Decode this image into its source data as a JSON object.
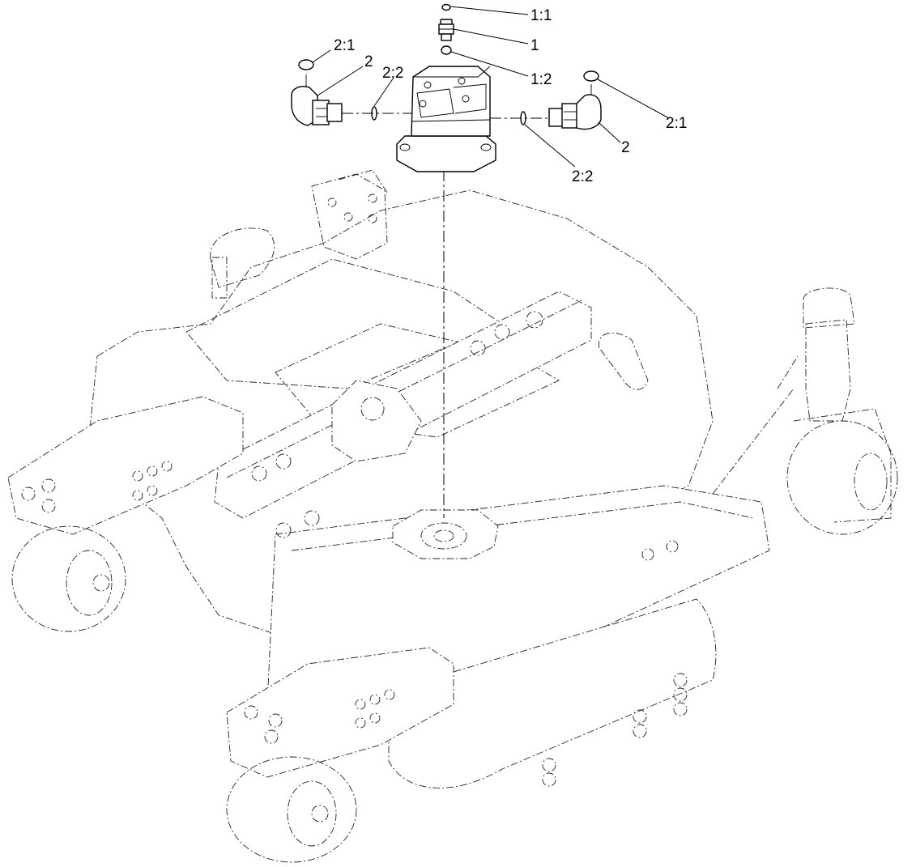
{
  "diagram": {
    "callouts": {
      "c_1_1": "1:1",
      "c_1": "1",
      "c_1_2": "1:2",
      "c_2_1_left": "2:1",
      "c_2_left": "2",
      "c_2_2_left": "2:2",
      "c_2_1_right": "2:1",
      "c_2_right": "2",
      "c_2_2_right": "2:2"
    }
  }
}
